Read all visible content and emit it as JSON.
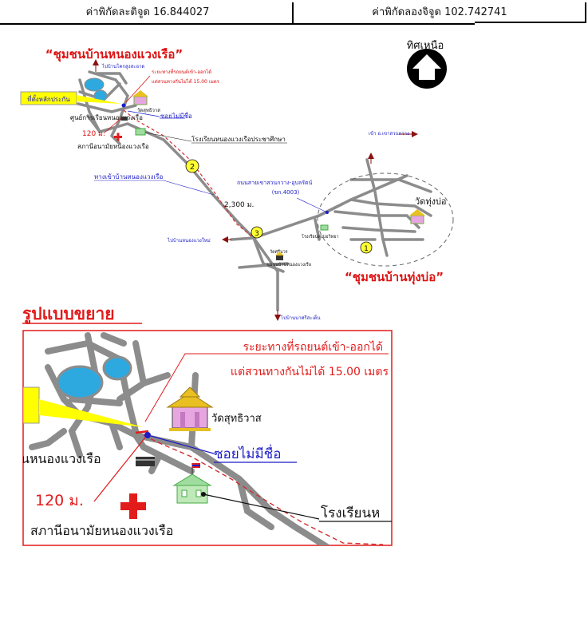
{
  "header": {
    "latitude_label": "ค่าพิกัดละติจูด 16.844027",
    "longitude_label": "ค่าพิกัดลองจิจูด 102.742741"
  },
  "overview": {
    "north_label": "ทิศเหนือ",
    "village_title": "“ชุมชนบ้านหนองแวงเรือ”",
    "village2_title": "“ชุมชนบ้านทุ่งบ่อ”",
    "store_label": "ที่ตั้งหลักประกัน",
    "road_note_line1": "ระยะทางที่รถยนต์เข้า-ออกได้",
    "road_note_line2": "แต่สวนทางกันไม่ได้ 15.00 เมตร",
    "temple1": "วัดสุทธิวาส",
    "soi_label": "ซอยไม่มีชื่อ",
    "learning_center": "ศูนย์การเรียนหนองแวงเรือ",
    "dist_120": "120 ม.",
    "health_station": "สภานีอนามัยหนองแวงเรือ",
    "school": "โรงเรียนหนองแวงเรือประชาศึกษา",
    "entrance_road": "ทางเข้าบ้านหนองแวงเรือ",
    "dist_2300": "2,300 ม.",
    "highway_line1": "ถนนสายเขาสวนกวาง-อุบลรัตน์",
    "highway_line2": "(ขก.4003)",
    "temple_tungbo": "วัดทุ่งบ่อ",
    "school_tungbo": "โรงเรียนทุ่งบ่อวิทยา",
    "temple_small": "วัดศรีบวร",
    "community_hall": "ชุมชนบ้านหนองแวงเรือ",
    "to_nong_kung": "ไปบ้านโคกสูงสะอาด",
    "to_khao_suan": "เข้า อ.เขาสวนกวาง",
    "to_nongsai": "ไปบ้านหนองแวงใหม่",
    "to_nasri": "ไปบ้านนาศรีสะเด็น",
    "marker1": "1",
    "marker2": "2",
    "marker3": "3"
  },
  "enlarged": {
    "section_title": "รูปแบบขยาย",
    "road_note_line1": "ระยะทางที่รถยนต์เข้า-ออกได้",
    "road_note_line2": "แต่สวนทางกันไม่ได้ 15.00 เมตร",
    "temple": "วัดสุทธิวาส",
    "soi_label": "ซอยไม่มีชื่อ",
    "village_partial": "นหนองแวงเรือ",
    "dist_120": "120 ม.",
    "school_partial": "โรงเรียนห",
    "health_station": "สภานีอนามัยหนองแวงเรือ"
  },
  "colors": {
    "road": "#8c8c8c",
    "water": "#2ea9df",
    "red": "#e21b1b",
    "blue": "#1c1cc8",
    "highlight": "#ffff00",
    "route_red": "#d23030"
  }
}
